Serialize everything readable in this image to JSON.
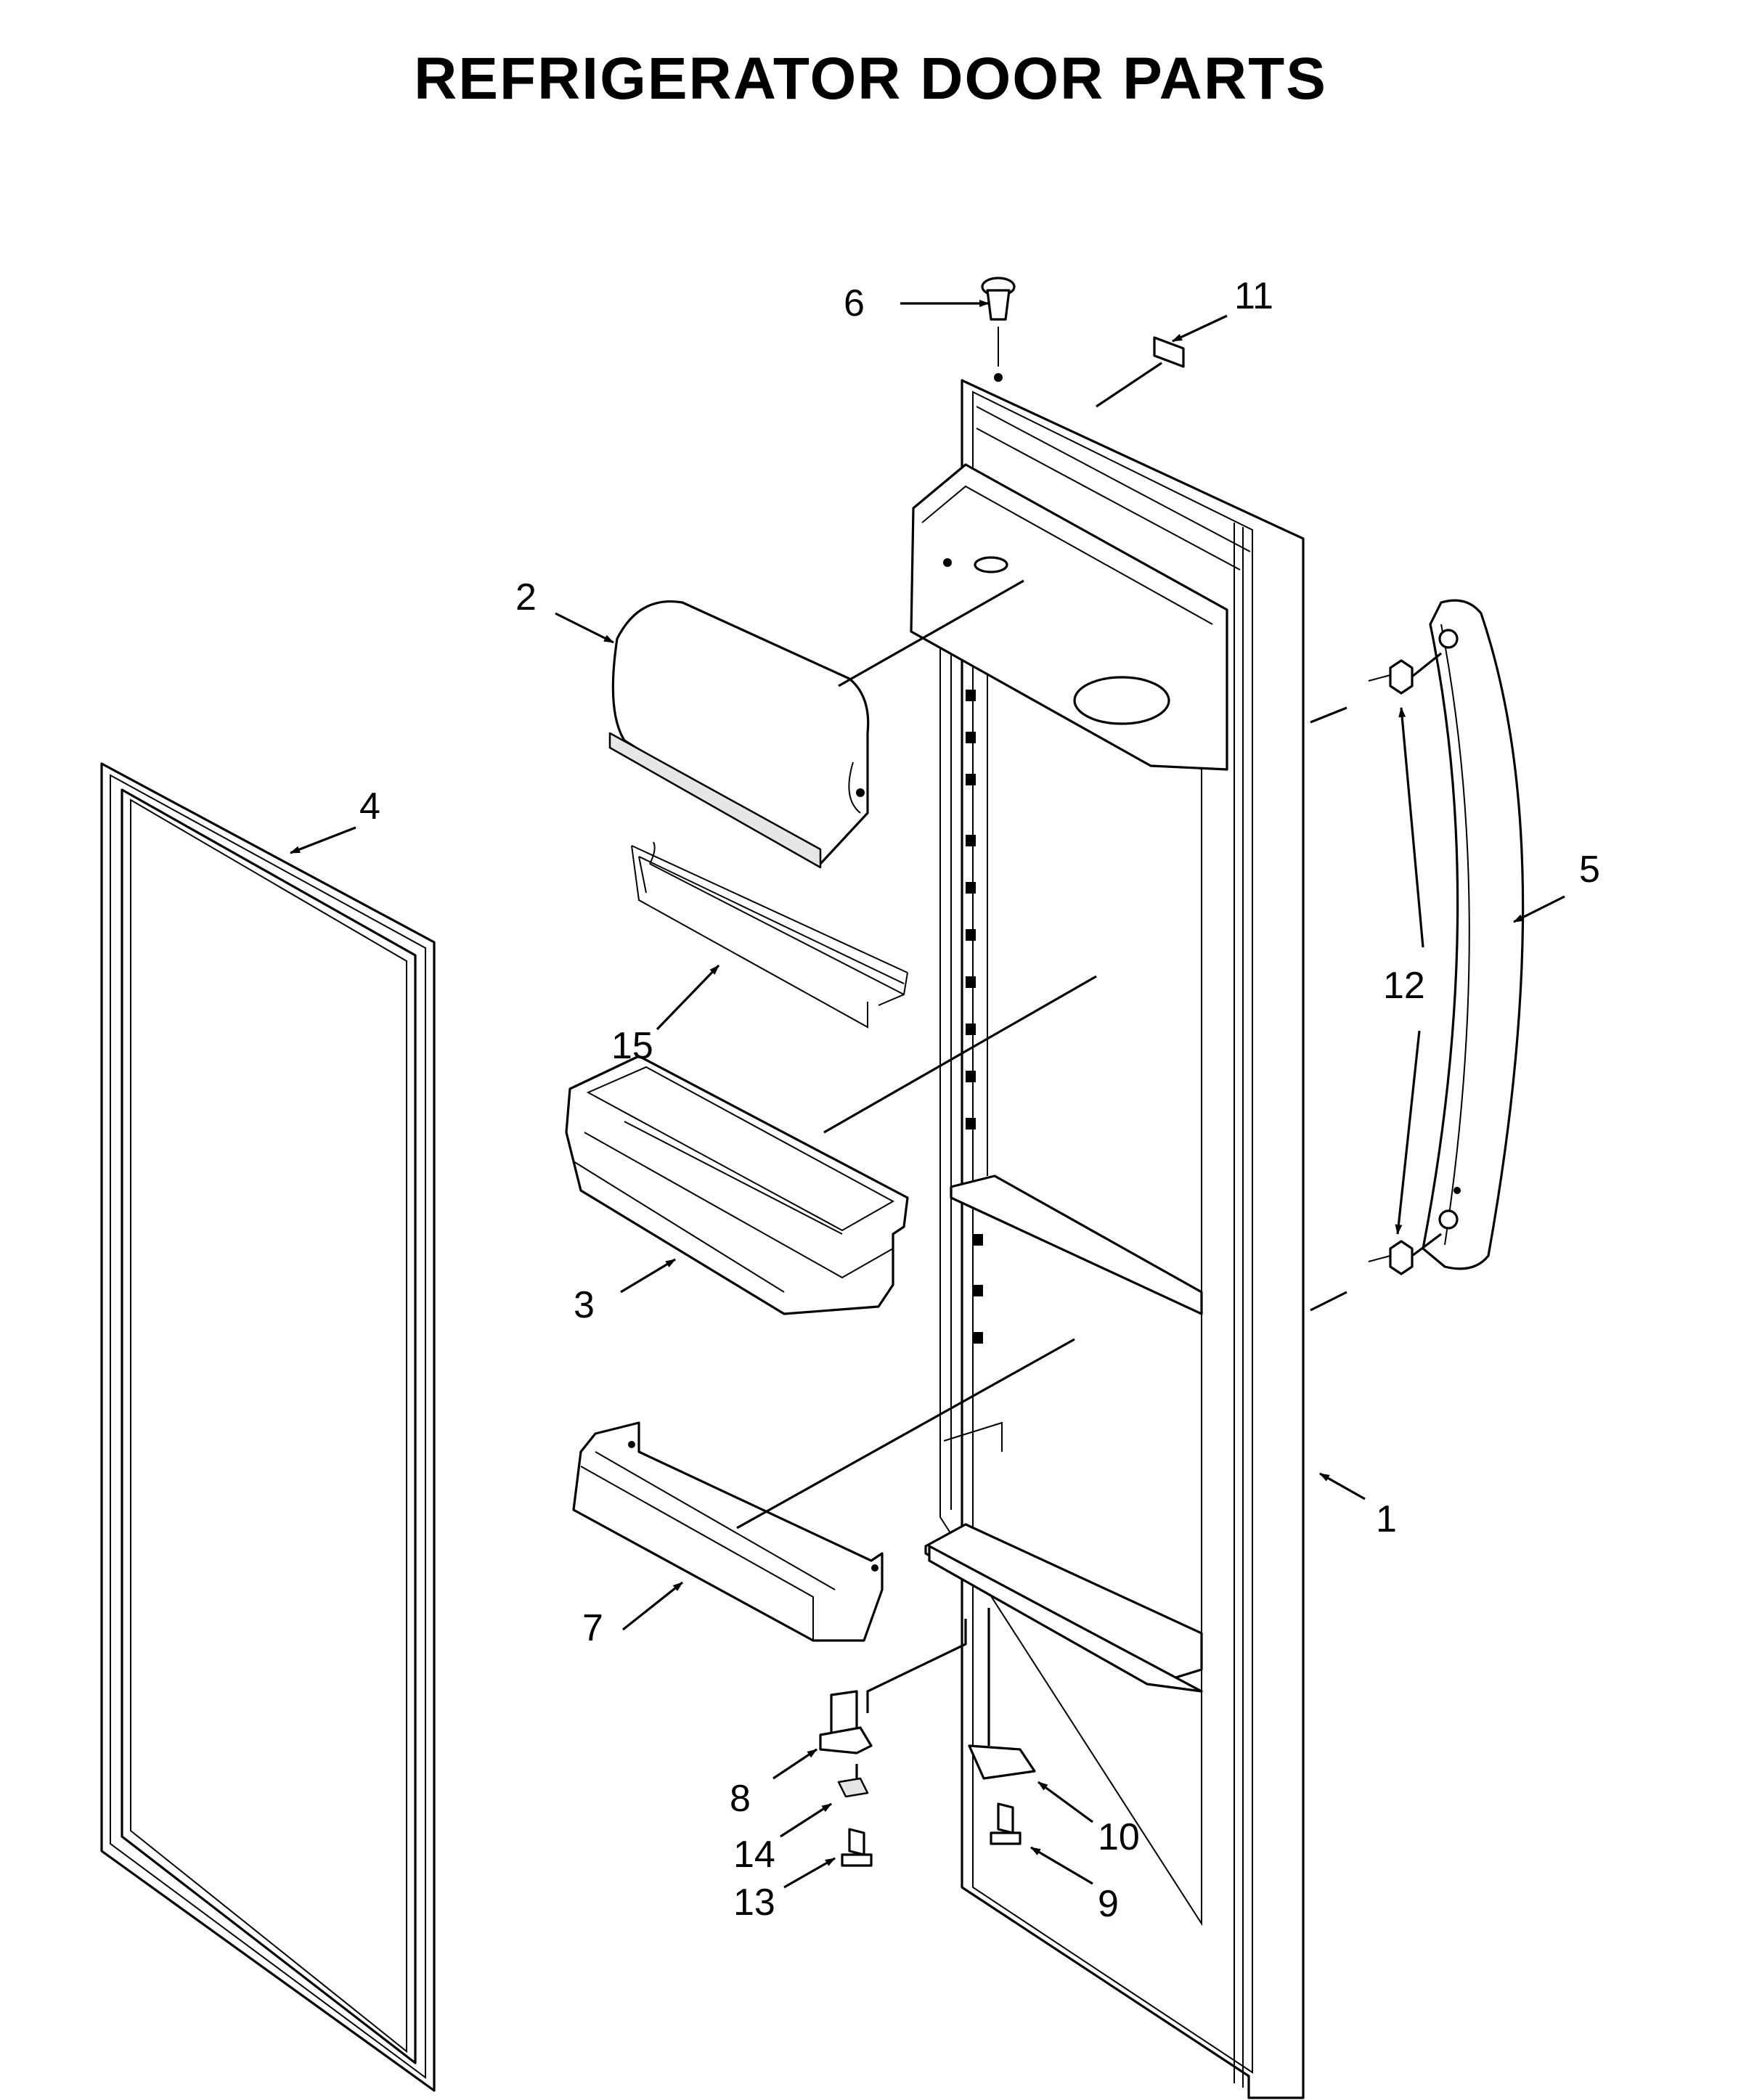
{
  "title": "REFRIGERATOR DOOR PARTS",
  "callouts": [
    "1",
    "2",
    "3",
    "4",
    "5",
    "6",
    "7",
    "8",
    "9",
    "10",
    "11",
    "12",
    "13",
    "14",
    "15"
  ]
}
